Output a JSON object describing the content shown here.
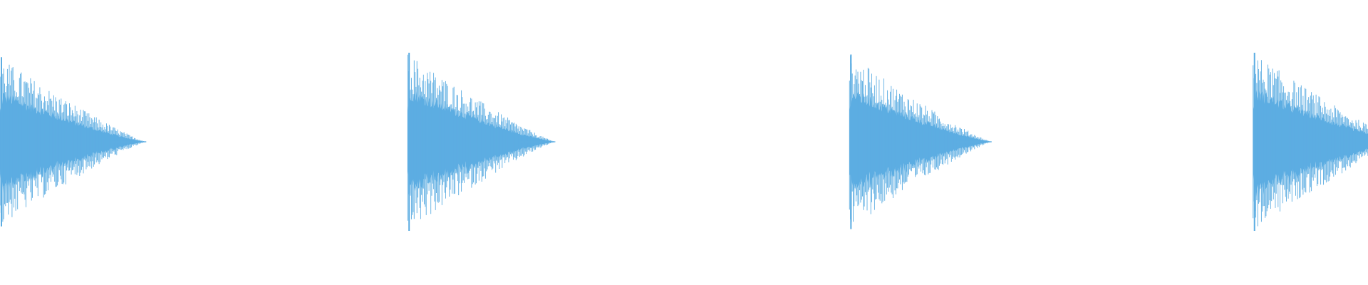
{
  "waveform": {
    "color": "#5DADE2",
    "background": "#ffffff",
    "bursts": [
      {
        "onset": 0.0,
        "peak": 0.95,
        "decay_length": 0.107
      },
      {
        "onset": 0.298,
        "peak": 1.0,
        "decay_length": 0.108
      },
      {
        "onset": 0.621,
        "peak": 0.98,
        "decay_length": 0.104
      },
      {
        "onset": 0.916,
        "peak": 1.0,
        "decay_length": 0.11
      }
    ]
  }
}
